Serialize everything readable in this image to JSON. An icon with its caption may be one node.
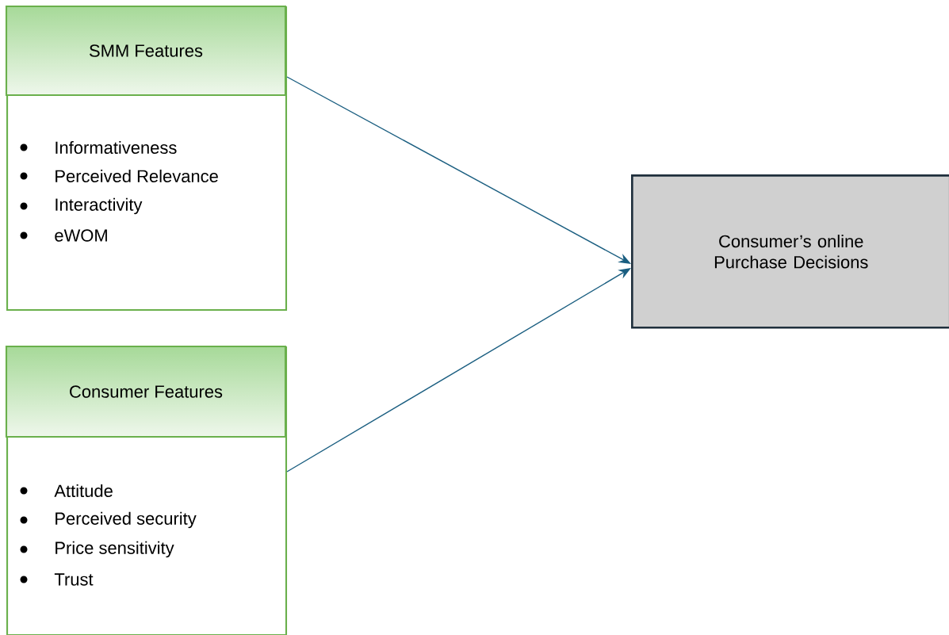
{
  "diagram": {
    "nodes": [
      {
        "text": [
          "SMM Features",
          "Informativeness",
          "Perceived Relevance",
          "Interactivity",
          "eWOM"
        ]
      },
      {
        "text": [
          "Consumer Features",
          "Attitude",
          "Perceived security",
          "Price sensitivity",
          "Trust"
        ]
      },
      {
        "text": [
          "Consumer’s online Purchase Decisions"
        ]
      }
    ],
    "edges": [
      {
        "from": 0,
        "to": 2,
        "arrow": "to"
      },
      {
        "from": 1,
        "to": 2,
        "arrow": "to"
      }
    ]
  }
}
